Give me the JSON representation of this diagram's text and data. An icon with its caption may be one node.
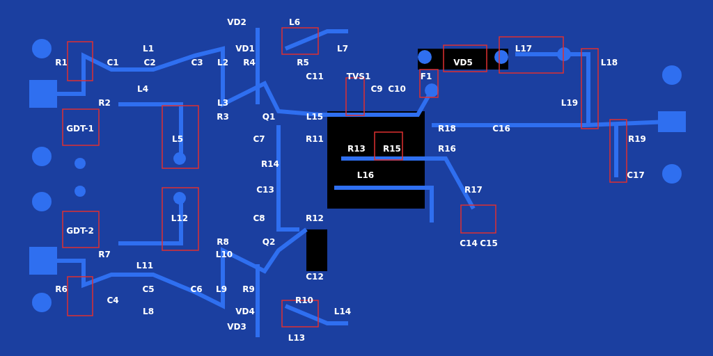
{
  "diagram": {
    "labels": [
      "VD2",
      "L6",
      "L1",
      "VD1",
      "L7",
      "L17",
      "R1",
      "C1",
      "C2",
      "C3",
      "L2",
      "R4",
      "R5",
      "VD5",
      "L18",
      "C11",
      "TVS1",
      "F1",
      "L4",
      "C9",
      "C10",
      "R2",
      "L3",
      "L19",
      "R3",
      "Q1",
      "L15",
      "GDT-1",
      "R18",
      "C16",
      "L5",
      "C7",
      "R11",
      "R19",
      "R13",
      "R15",
      "R16",
      "R14",
      "L16",
      "C17",
      "C13",
      "R17",
      "L12",
      "C8",
      "R12",
      "GDT-2",
      "R8",
      "Q2",
      "C14",
      "C15",
      "R7",
      "L10",
      "L11",
      "C12",
      "R6",
      "C5",
      "C6",
      "L9",
      "R9",
      "C4",
      "R10",
      "L8",
      "VD4",
      "L14",
      "VD3",
      "L13"
    ]
  }
}
